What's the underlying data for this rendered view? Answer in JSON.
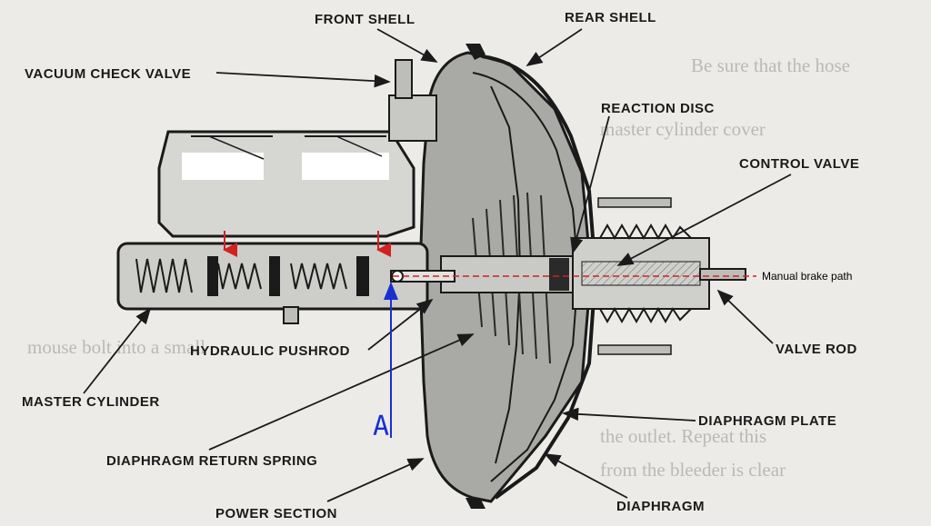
{
  "labels": {
    "front_shell": "FRONT SHELL",
    "rear_shell": "REAR SHELL",
    "vacuum_check_valve": "VACUUM CHECK VALVE",
    "reaction_disc": "REACTION DISC",
    "control_valve": "CONTROL VALVE",
    "valve_rod": "VALVE ROD",
    "hydraulic_pushrod": "HYDRAULIC PUSHROD",
    "master_cylinder": "MASTER CYLINDER",
    "diaphragm_plate": "DIAPHRAGM PLATE",
    "diaphragm_return_spring": "DIAPHRAGM RETURN SPRING",
    "diaphragm": "DIAPHRAGM",
    "power_section": "POWER SECTION"
  },
  "annotations": {
    "manual_brake_path": "Manual brake path",
    "point_a": "A"
  },
  "colors": {
    "ink": "#1a1a1a",
    "housing_fill": "#a9a9a6",
    "background": "#ecebe8",
    "annotation_blue": "#1a2fd0",
    "annotation_red": "#d42020"
  }
}
